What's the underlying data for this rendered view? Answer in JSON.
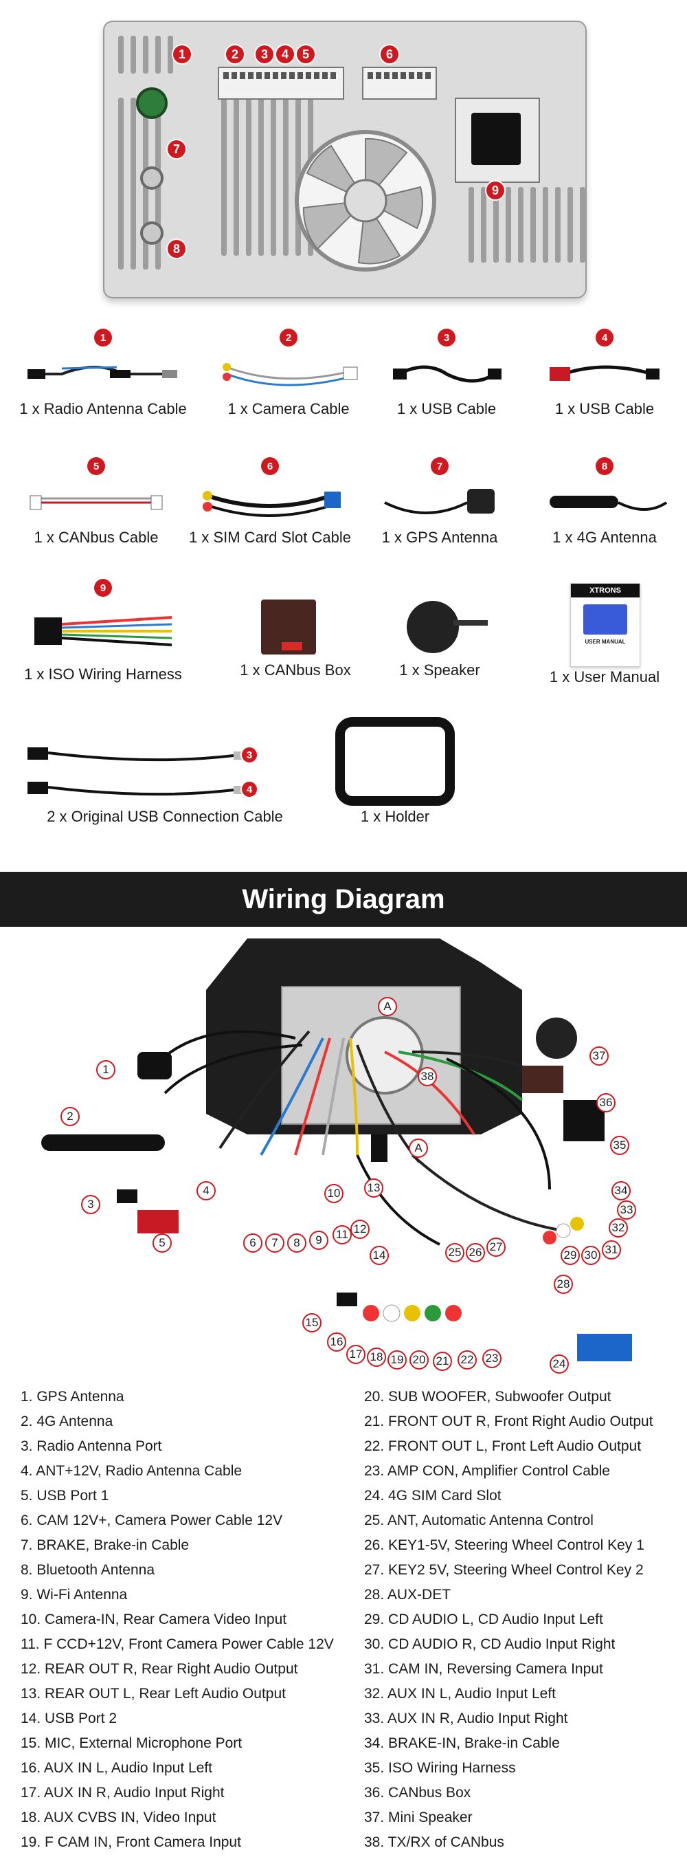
{
  "unit": {
    "badges": [
      "1",
      "2",
      "3",
      "4",
      "5",
      "6",
      "7",
      "8",
      "9"
    ]
  },
  "accessories": [
    {
      "num": "1",
      "label": "1 x Radio Antenna Cable"
    },
    {
      "num": "2",
      "label": "1 x Camera Cable"
    },
    {
      "num": "3",
      "label": "1 x USB Cable"
    },
    {
      "num": "4",
      "label": "1 x USB Cable"
    },
    {
      "num": "5",
      "label": "1 x CANbus Cable"
    },
    {
      "num": "6",
      "label": "1 x SIM Card Slot Cable"
    },
    {
      "num": "7",
      "label": "1 x GPS Antenna"
    },
    {
      "num": "8",
      "label": "1 x 4G Antenna"
    },
    {
      "num": "9",
      "label": "1 x ISO Wiring Harness"
    },
    {
      "num": "",
      "label": "1 x CANbus Box"
    },
    {
      "num": "",
      "label": "1 x Speaker"
    },
    {
      "num": "",
      "label": "1 x User Manual"
    },
    {
      "num": "",
      "label": "2 x Original USB Connection Cable"
    },
    {
      "num": "",
      "label": "1 x Holder"
    }
  ],
  "usb_badges": [
    "3",
    "4"
  ],
  "manual": {
    "brand": "XTRONS",
    "title": "USER MANUAL"
  },
  "banner_title": "Wiring Diagram",
  "diagram_callouts": [
    "1",
    "2",
    "3",
    "4",
    "5",
    "6",
    "7",
    "8",
    "9",
    "10",
    "11",
    "12",
    "13",
    "14",
    "15",
    "16",
    "17",
    "18",
    "19",
    "20",
    "21",
    "22",
    "23",
    "24",
    "25",
    "26",
    "27",
    "28",
    "29",
    "30",
    "31",
    "32",
    "33",
    "34",
    "35",
    "36",
    "37",
    "38",
    "A",
    "A"
  ],
  "legend_left": [
    "1. GPS Antenna",
    "2. 4G Antenna",
    "3. Radio Antenna Port",
    "4. ANT+12V, Radio Antenna Cable",
    "5. USB Port 1",
    "6. CAM 12V+, Camera Power Cable 12V",
    "7. BRAKE, Brake-in Cable",
    "8. Bluetooth Antenna",
    "9. Wi-Fi Antenna",
    "10. Camera-IN, Rear Camera Video Input",
    "11. F CCD+12V, Front Camera Power Cable 12V",
    "12. REAR OUT R, Rear Right Audio Output",
    "13. REAR OUT L, Rear Left Audio Output",
    "14. USB Port 2",
    "15. MIC, External Microphone Port",
    "16. AUX IN L, Audio Input Left",
    "17. AUX IN R, Audio Input Right",
    "18. AUX CVBS IN, Video Input",
    "19. F CAM IN, Front Camera Input"
  ],
  "legend_right": [
    "20. SUB WOOFER, Subwoofer Output",
    "21. FRONT OUT R, Front Right Audio Output",
    "22. FRONT OUT L, Front Left Audio Output",
    "23. AMP CON, Amplifier Control Cable",
    "24. 4G SIM Card Slot",
    "25. ANT, Automatic Antenna Control",
    "26. KEY1-5V, Steering Wheel Control Key 1",
    "27. KEY2 5V, Steering Wheel Control Key 2",
    "28. AUX-DET",
    "29. CD AUDIO L, CD Audio Input Left",
    "30. CD AUDIO R, CD Audio Input Right",
    "31. CAM IN, Reversing Camera Input",
    "32. AUX IN L, Audio Input Left",
    "33. AUX IN R, Audio Input Right",
    "34. BRAKE-IN, Brake-in Cable",
    "35. ISO Wiring Harness",
    "36. CANbus Box",
    "37. Mini Speaker",
    "38. TX/RX of CANbus"
  ]
}
